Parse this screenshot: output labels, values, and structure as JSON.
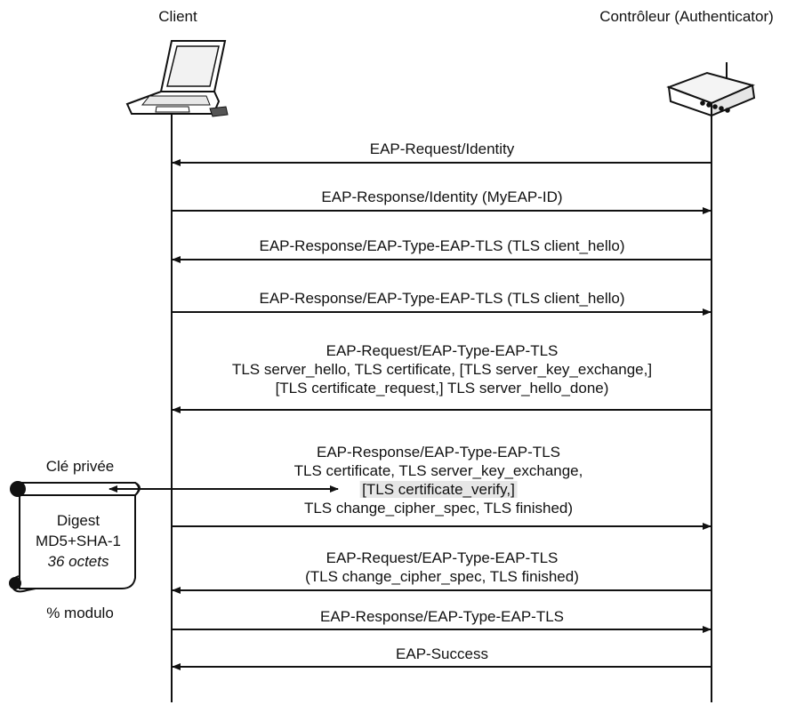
{
  "participants": {
    "client": "Client",
    "authenticator": "Contrôleur (Authenticator)"
  },
  "messages": [
    {
      "lines": [
        "EAP-Request/Identity"
      ],
      "direction": "to-client"
    },
    {
      "lines": [
        "EAP-Response/Identity (MyEAP-ID)"
      ],
      "direction": "to-authenticator"
    },
    {
      "lines": [
        "EAP-Response/EAP-Type-EAP-TLS (TLS client_hello)"
      ],
      "direction": "to-client"
    },
    {
      "lines": [
        "EAP-Response/EAP-Type-EAP-TLS (TLS client_hello)"
      ],
      "direction": "to-authenticator"
    },
    {
      "lines": [
        "EAP-Request/EAP-Type-EAP-TLS",
        "TLS server_hello, TLS certificate, [TLS server_key_exchange,]",
        "[TLS certificate_request,] TLS server_hello_done)"
      ],
      "direction": "to-client"
    },
    {
      "lines": [
        "EAP-Response/EAP-Type-EAP-TLS",
        "TLS certificate, TLS server_key_exchange,",
        "[TLS certificate_verify,]",
        "TLS change_cipher_spec, TLS finished)"
      ],
      "direction": "to-authenticator"
    },
    {
      "lines": [
        "EAP-Request/EAP-Type-EAP-TLS",
        "(TLS change_cipher_spec, TLS finished)"
      ],
      "direction": "to-client"
    },
    {
      "lines": [
        "EAP-Response/EAP-Type-EAP-TLS"
      ],
      "direction": "to-authenticator"
    },
    {
      "lines": [
        "EAP-Success"
      ],
      "direction": "to-client"
    }
  ],
  "side_note": {
    "top_label": "Clé privée",
    "line1": "Digest",
    "line2": "MD5+SHA-1",
    "line3": "36 octets",
    "bottom_label": "% modulo"
  },
  "icons": {
    "client": "laptop-icon",
    "authenticator": "wireless-router-icon",
    "note": "scroll-icon"
  }
}
